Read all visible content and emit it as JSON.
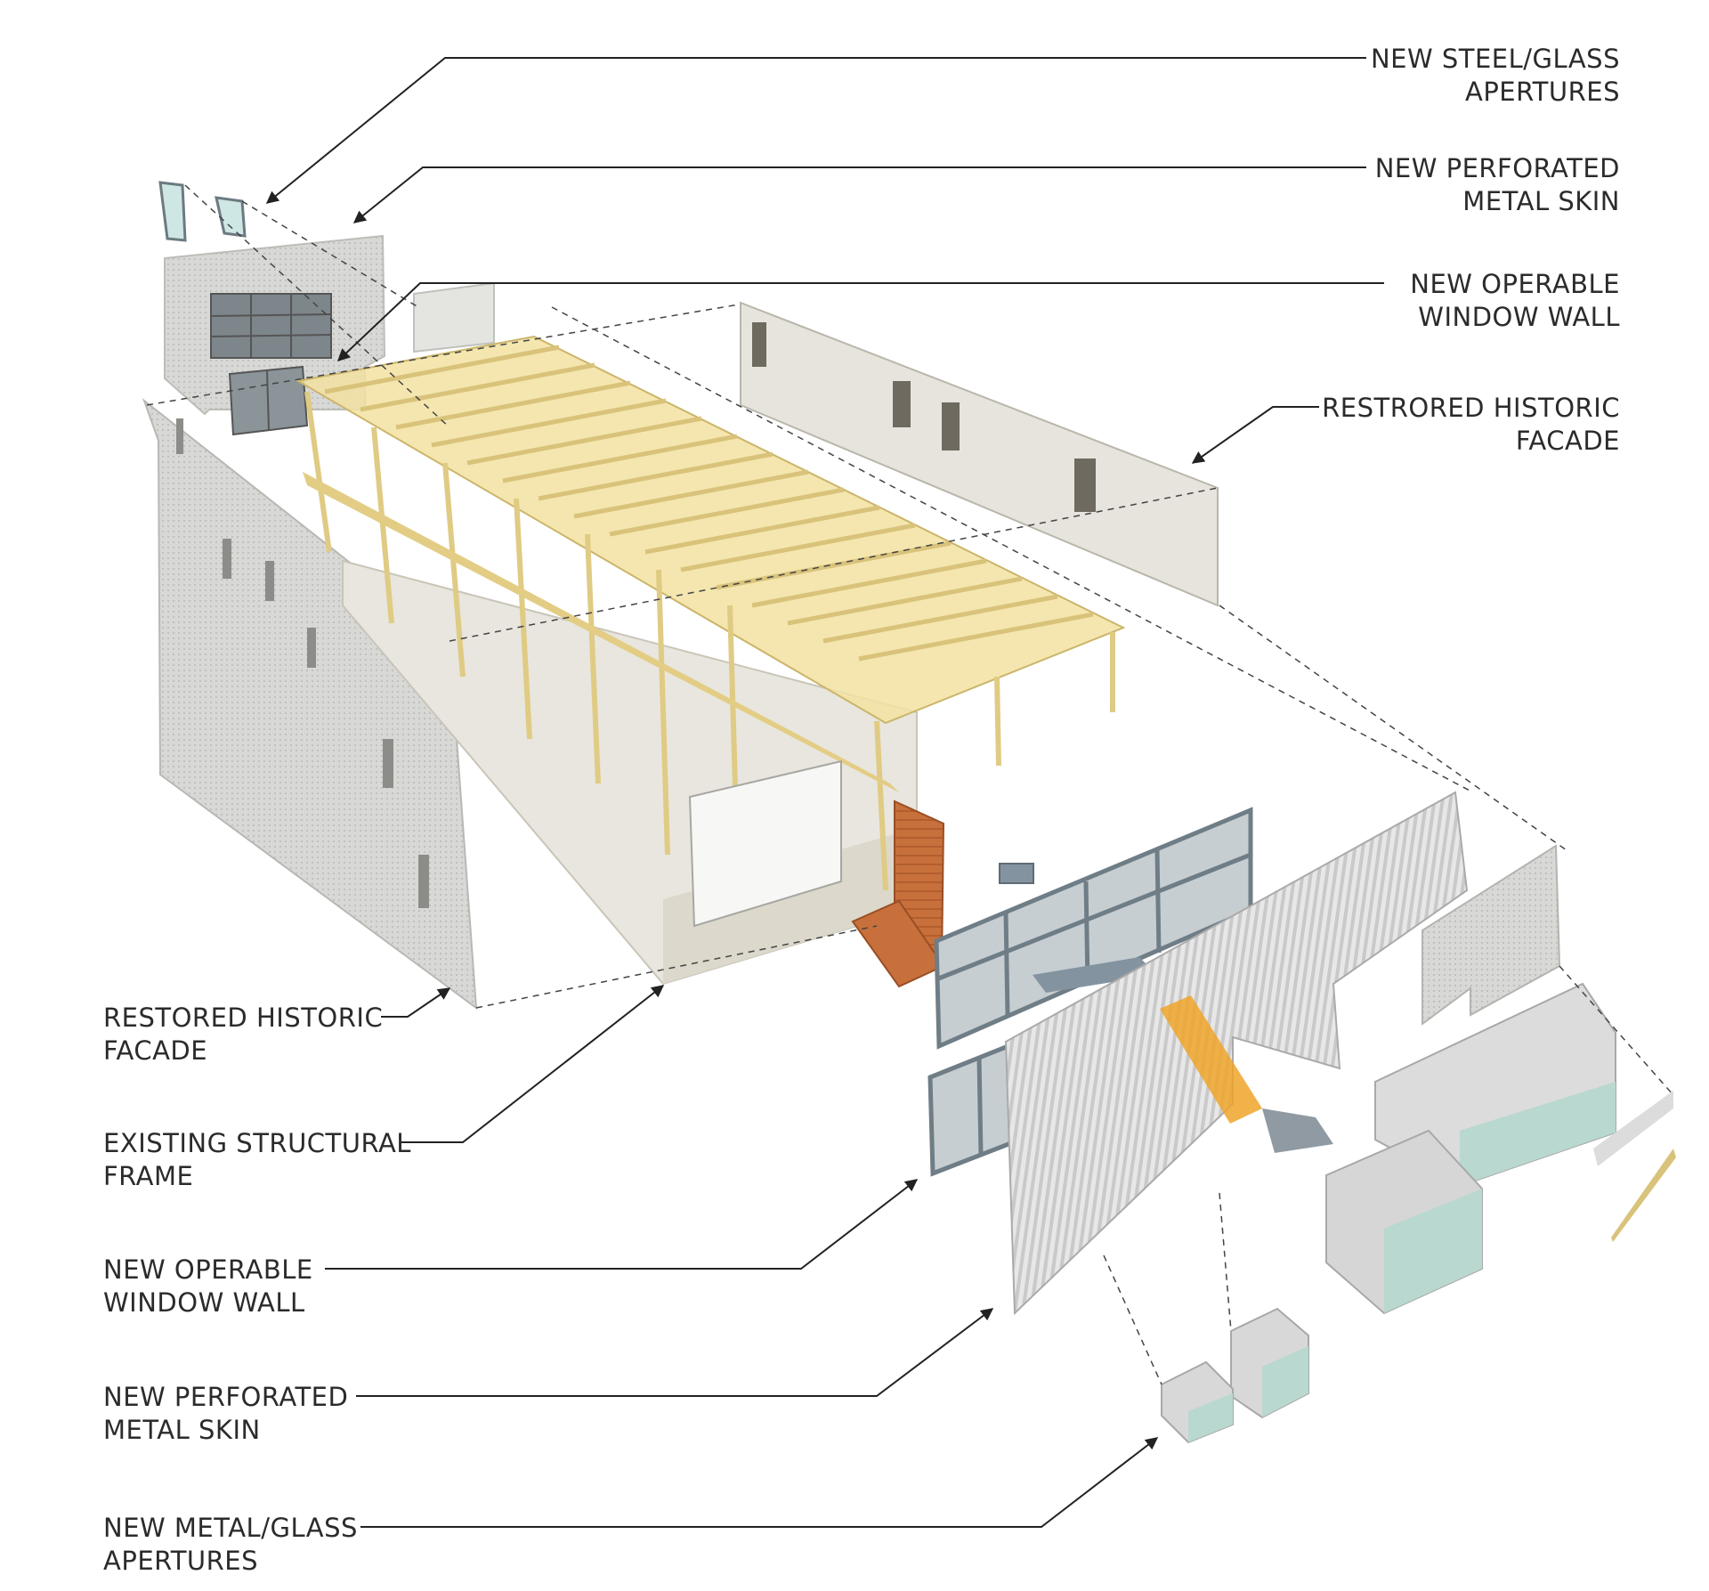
{
  "labels": {
    "steel_glass_apertures": [
      "NEW STEEL/GLASS",
      "APERTURES"
    ],
    "perforated_skin_top": [
      "NEW PERFORATED",
      "METAL SKIN"
    ],
    "window_wall_top": [
      "NEW OPERABLE",
      "WINDOW WALL"
    ],
    "historic_facade_right": [
      "RESTRORED HISTORIC",
      "FACADE"
    ],
    "historic_facade_left": [
      "RESTORED HISTORIC",
      "FACADE"
    ],
    "structural_frame": [
      "EXISTING STRUCTURAL",
      "FRAME"
    ],
    "window_wall_bottom": [
      "NEW OPERABLE",
      "WINDOW WALL"
    ],
    "perforated_skin_bottom": [
      "NEW PERFORATED",
      "METAL SKIN"
    ],
    "metal_glass_apertures": [
      "NEW METAL/GLASS",
      "APERTURES"
    ]
  },
  "colors": {
    "timber": "#f2e2a0",
    "timber_dark": "#d9c27a",
    "wall": "#e6e6e2",
    "steel": "#7d8a95",
    "copper": "#c8703c",
    "amber": "#f0a52a",
    "glass": "#bfe0d8",
    "leader": "#222222"
  }
}
